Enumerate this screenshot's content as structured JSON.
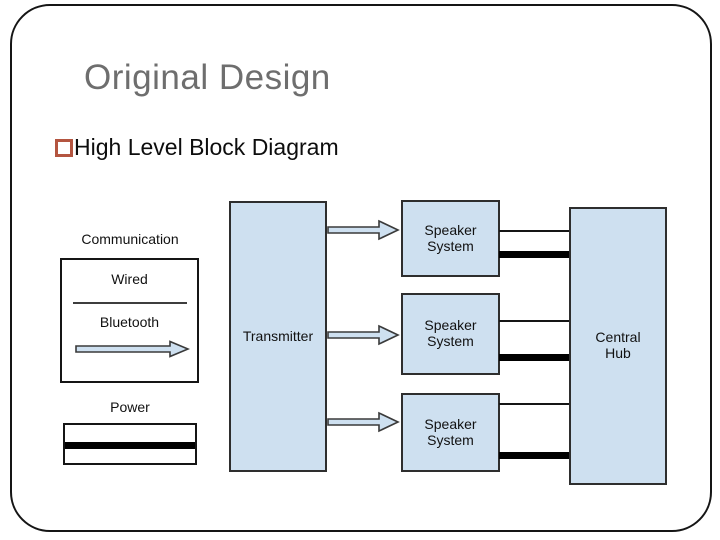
{
  "slide": {
    "title": "Original Design",
    "bullet": "High Level Block Diagram"
  },
  "colors": {
    "title_gray": "#6e6e6e",
    "bullet_square_orange": "#b45540",
    "box_fill_blue": "#cee0f0",
    "box_border_dark": "#2e2e2e",
    "connector_black": "#000000"
  },
  "icons": {
    "bullet": "open-square",
    "bluetooth_arrow": "right-arrow",
    "transmitter_arrows": "right-arrow"
  },
  "diagram": {
    "communication": {
      "label": "Communication",
      "wired": "Wired",
      "bluetooth": "Bluetooth"
    },
    "power": {
      "label": "Power"
    },
    "transmitter": {
      "label": "Transmitter"
    },
    "speakers": [
      {
        "line1": "Speaker",
        "line2": "System"
      },
      {
        "line1": "Speaker",
        "line2": "System"
      },
      {
        "line1": "Speaker",
        "line2": "System"
      }
    ],
    "central_hub": {
      "line1": "Central",
      "line2": "Hub"
    }
  }
}
